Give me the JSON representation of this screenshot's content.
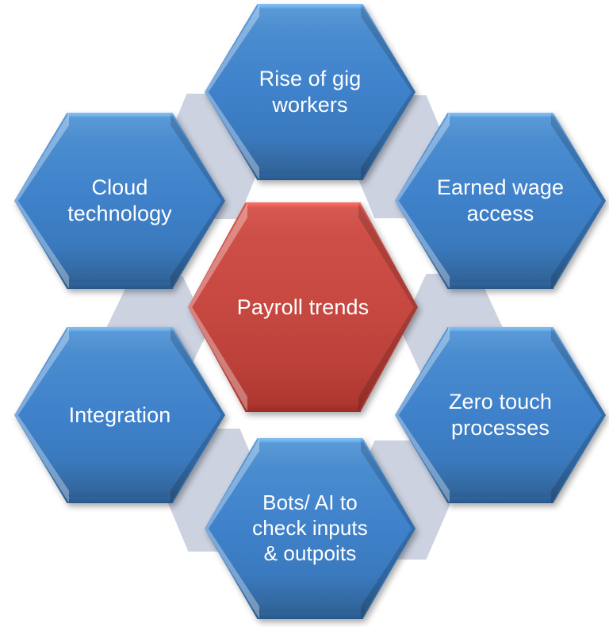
{
  "diagram": {
    "title": "Payroll trends hexagon diagram",
    "type": "hexagon-radial",
    "background_color": "#ffffff",
    "center": {
      "label": "Payroll trends",
      "color": "#c0504d",
      "text_color": "#ffffff"
    },
    "connector_color": "#ccd2e0",
    "node_color": "#3f82cb",
    "nodes": [
      {
        "id": "rise-of-gig-workers",
        "label": "Rise of gig\nworkers",
        "position": "top"
      },
      {
        "id": "earned-wage-access",
        "label": "Earned wage\naccess",
        "position": "top-right"
      },
      {
        "id": "zero-touch-processes",
        "label": "Zero touch\nprocesses",
        "position": "bottom-right"
      },
      {
        "id": "bots-ai",
        "label": "Bots/ AI to\ncheck inputs\n& outpoits",
        "position": "bottom"
      },
      {
        "id": "integration",
        "label": "Integration",
        "position": "bottom-left"
      },
      {
        "id": "cloud-technology",
        "label": "Cloud\ntechnology",
        "position": "top-left"
      }
    ]
  }
}
